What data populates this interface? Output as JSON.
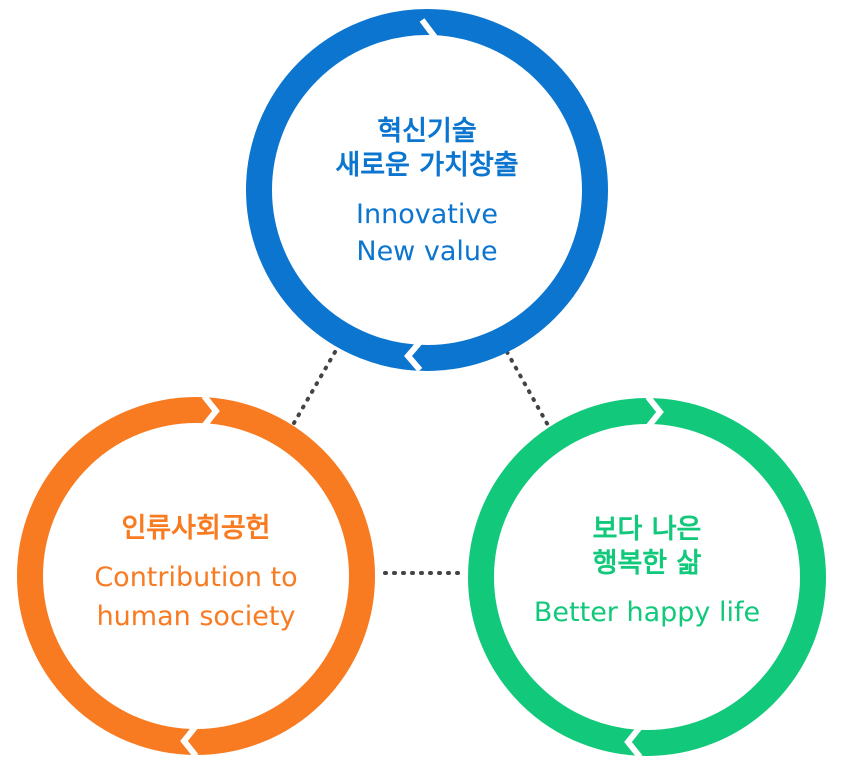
{
  "colors": {
    "blue": "#0B75CF",
    "orange": "#F87B21",
    "green": "#12C97B",
    "dots": "#444444"
  },
  "nodes": {
    "innovative": {
      "ko_line1": "혁신기술",
      "ko_line2": "새로운 가치창출",
      "en_line1": "Innovative",
      "en_line2": "New value"
    },
    "contribution": {
      "ko_line1": "인류사회공헌",
      "en_line1": "Contribution to",
      "en_line2": "human society"
    },
    "happy": {
      "ko_line1": "보다 나은",
      "ko_line2": "행복한 삶",
      "en_line1": "Better happy life"
    }
  }
}
